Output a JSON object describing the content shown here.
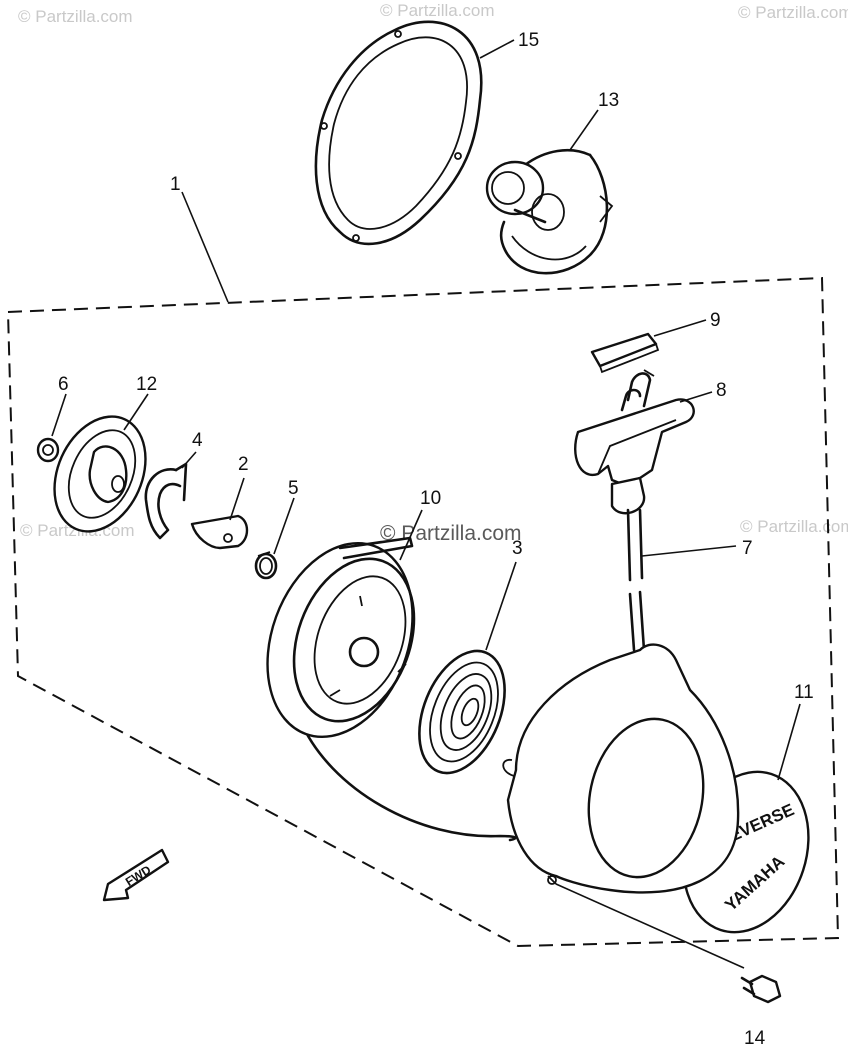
{
  "watermarks": {
    "top_left": "© Partzilla.com",
    "top_right": "© Partzilla.com",
    "mid_left": "© Partzilla.com",
    "mid_right": "© Partzilla.com",
    "center": "© Partzilla.com"
  },
  "callouts": [
    "1",
    "2",
    "3",
    "4",
    "5",
    "6",
    "7",
    "8",
    "9",
    "10",
    "11",
    "12",
    "13",
    "14",
    "15"
  ],
  "cover_text": {
    "line1": "REVERSE",
    "line2": "YAMAHA"
  },
  "fwd_arrow": "FWD"
}
